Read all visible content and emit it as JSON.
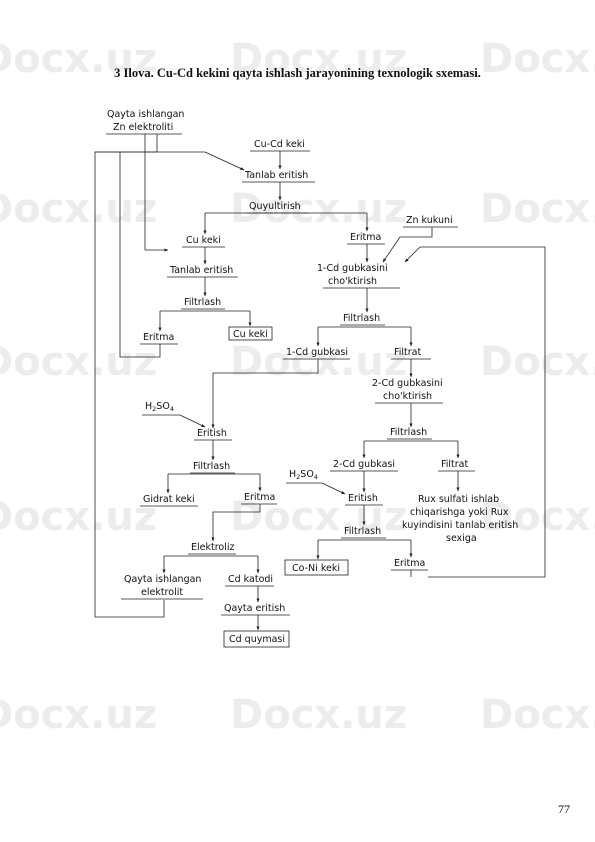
{
  "watermark": "Docx.uz",
  "title": "3 Ilova. Cu-Cd kekini qayta ishlash jarayonining texnologik sxemasi.",
  "page_number": "77",
  "nodes": {
    "spent_electrolyte_1": "Qayta ishlangan",
    "spent_electrolyte_2": "Zn elektroliti",
    "cucd_cake": "Cu-Cd keki",
    "selective_dissolution_1": "Tanlab eritish",
    "thickening": "Quyultirish",
    "cu_cake_1": "Cu keki",
    "solution_1": "Eritma",
    "zinc_dust": "Zn kukuni",
    "selective_dissolution_2": "Tanlab eritish",
    "cd1_precip_1": "1-Cd gubkasini",
    "cd1_precip_2": "cho'ktirish",
    "filtration_1": "Filtrlash",
    "solution_2": "Eritma",
    "cu_cake_2": "Cu keki",
    "filtration_2": "Filtrlash",
    "cd1_sponge": "1-Cd gubkasi",
    "filtrate_1": "Filtrat",
    "cd2_precip_1": "2-Cd gubkasini",
    "cd2_precip_2": "cho'ktirish",
    "h2so4_1": "H",
    "h2so4_2": "SO",
    "sub_2": "2",
    "sub_4": "4",
    "dissolution_1": "Eritish",
    "filtration_3": "Filtrlash",
    "cd2_sponge": "2-Cd gubkasi",
    "filtrate_2": "Filtrat",
    "filtration_4": "Filtrlash",
    "hydrate_cake": "Gidrat keki",
    "solution_3": "Eritma",
    "dissolution_2": "Eritish",
    "zinc_sulfate_1": "Rux sulfati ishlab",
    "zinc_sulfate_2": "chiqarishga yoki Rux",
    "zinc_sulfate_3": "kuyindisini tanlab eritish",
    "zinc_sulfate_4": "sexiga",
    "electrolysis": "Elektroliz",
    "filtration_5": "Filtrlash",
    "coni_cake": "Co-Ni keki",
    "solution_4": "Eritma",
    "spent_electrolyte_3": "Qayta ishlangan",
    "spent_electrolyte_4": "elektrolit",
    "cd_cathode": "Cd katodi",
    "remelting": "Qayta eritish",
    "cd_casting": "Cd quymasi"
  }
}
